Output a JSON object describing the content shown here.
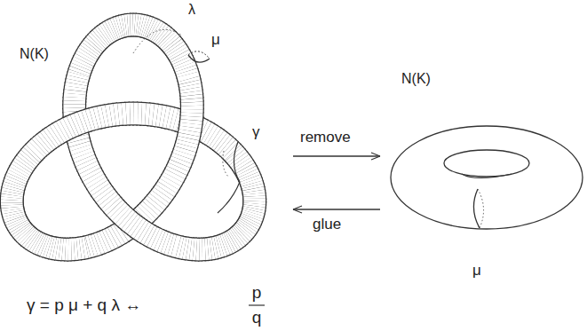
{
  "diagram": {
    "labels": [
      "N(K)",
      "λ",
      "μ",
      "γ",
      "remove",
      "glue",
      "N(K)",
      "μ",
      "γ = p μ + q λ ↔",
      "p",
      "q"
    ]
  }
}
